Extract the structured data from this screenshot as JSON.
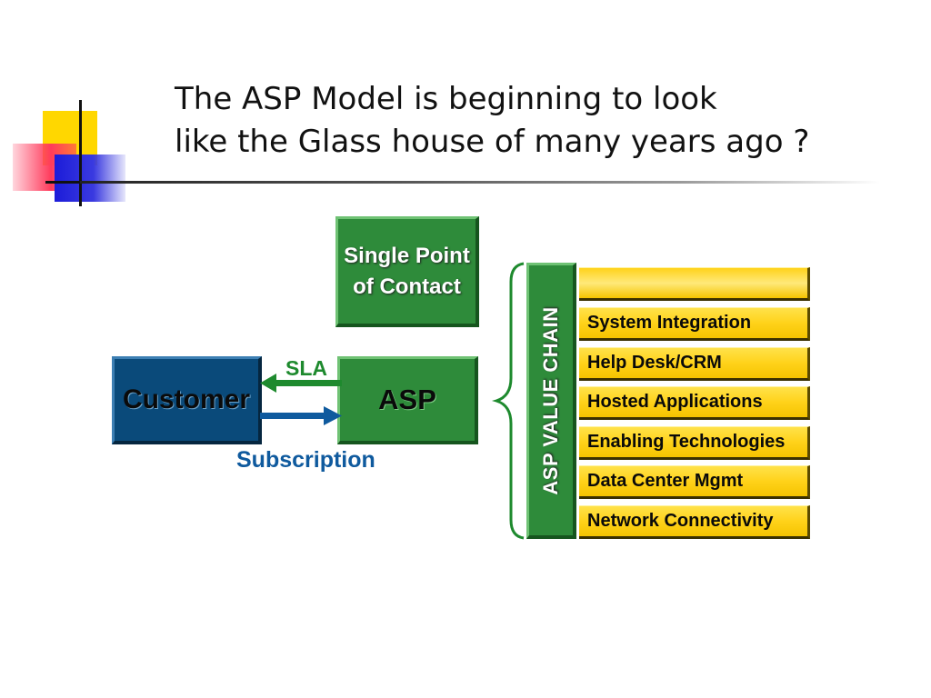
{
  "title": {
    "line1": "The ASP Model is beginning to look",
    "line2": "like the Glass house of many years ago ?"
  },
  "boxes": {
    "single_point": {
      "line1": "Single Point",
      "line2": "of Contact"
    },
    "asp": "ASP",
    "customer": "Customer"
  },
  "arrows": {
    "sla": "SLA",
    "subscription": "Subscription"
  },
  "value_chain": {
    "label": "ASP VALUE CHAIN",
    "items": [
      "",
      "System Integration",
      "Help Desk/CRM",
      "Hosted Applications",
      "Enabling Technologies",
      "Data Center Mgmt",
      "Network Connectivity"
    ]
  },
  "colors": {
    "green": "#2e8b3a",
    "blue": "#0a4a7a",
    "yellow": "#ffd21a",
    "sla_arrow": "#1e8a2e",
    "subscription_arrow": "#0f5a9e"
  }
}
